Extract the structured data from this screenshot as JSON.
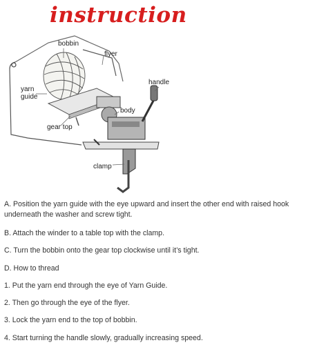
{
  "header": {
    "title": "instruction"
  },
  "diagram": {
    "labels": {
      "bobbin": "bobbin",
      "flyer": "flyer",
      "handle": "handle",
      "yarn_guide": "yarn\nguide",
      "body": "body",
      "gear_top": "gear top",
      "clamp": "clamp"
    }
  },
  "instructions": {
    "step_a_line1": "A. Position the yarn guide with the eye upward and insert the other end with raised hook",
    "step_a_line2": "underneath the washer and screw tight.",
    "step_b": "B. Attach the winder to a table top with the clamp.",
    "step_c": "C. Turn the bobbin onto the gear top clockwise until it’s tight.",
    "step_d": "D. How to thread",
    "step_1": "1. Put the yarn end through the eye of Yarn Guide.",
    "step_2": "2. Then go through the eye of the flyer.",
    "step_3": "3. Lock the yarn end to the top of bobbin.",
    "step_4": "4. Start turning the handle slowly, gradually increasing speed."
  }
}
